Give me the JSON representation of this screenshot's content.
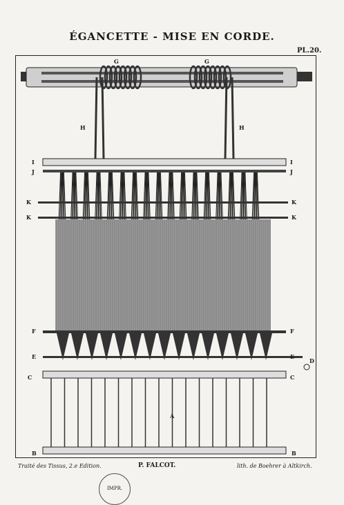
{
  "header": {
    "title": "ÉGANCETTE - MISE EN CORDE.",
    "plate": "PL.20."
  },
  "labels": {
    "G_left": "G",
    "G_right": "G",
    "H_left": "H",
    "H_right": "H",
    "I_left": "I",
    "I_right": "I",
    "J_left": "J",
    "J_right": "J",
    "K1_left": "K",
    "K1_right": "K",
    "K2_left": "K",
    "K2_right": "K",
    "F_left": "F",
    "F_right": "F",
    "E_left": "E",
    "E_right": "E",
    "D": "D",
    "C_left": "C",
    "C_right": "C",
    "A": "A",
    "B_left": "B",
    "B_right": "B"
  },
  "footer": {
    "left": "Traité des Tissus, 2.e Edition.",
    "center": "P. FALCOT.",
    "right": "lith. de Boehrer à Altkirch."
  },
  "stamp": {
    "text": "IMPR."
  }
}
